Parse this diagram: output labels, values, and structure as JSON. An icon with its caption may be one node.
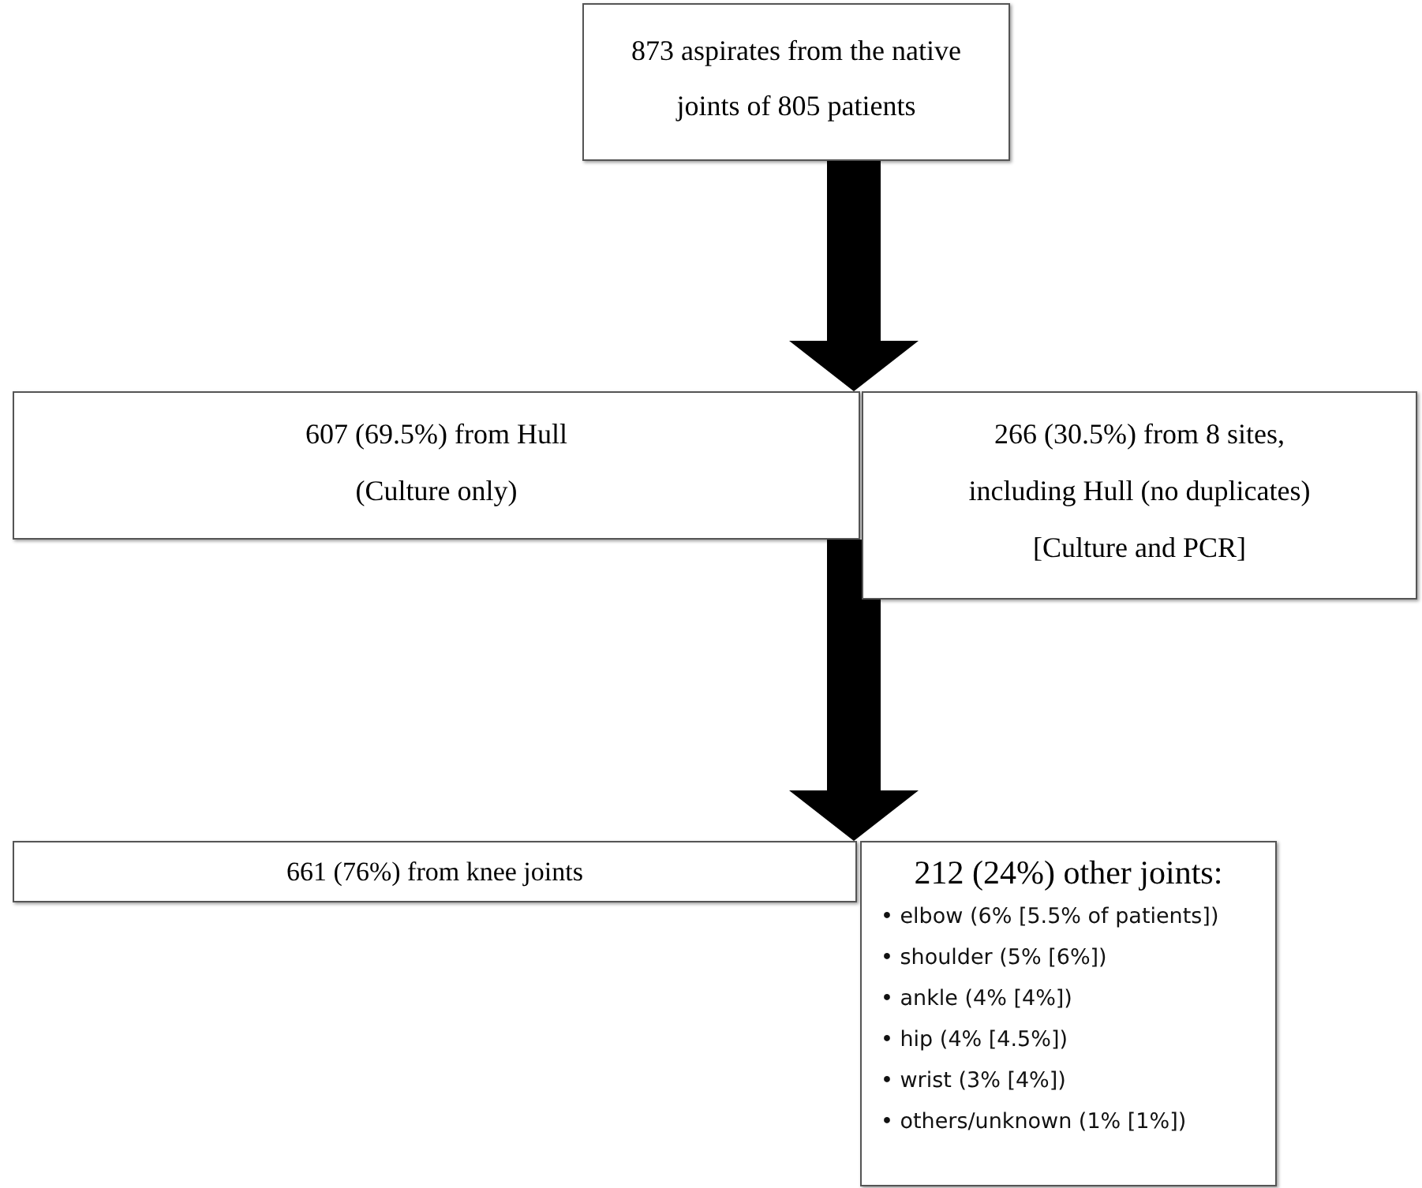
{
  "diagram": {
    "nodes": [
      {
        "text": [
          "873 aspirates from the native joints of 805 patients"
        ]
      },
      {
        "text": [
          "607 (69.5%) from Hull (Culture only)"
        ]
      },
      {
        "text": [
          "266 (30.5%) from 8 sites, including Hull (no duplicates) [Culture and PCR]"
        ]
      },
      {
        "text": [
          "661 (76%) from knee joints"
        ]
      },
      {
        "text": [
          "212 (24%) other joints:",
          "• elbow (6% [5.5% of patients])",
          "• shoulder (5% [6%])",
          "• ankle (4% [4%])",
          "• hip (4% [4.5%])",
          "• wrist (3% [4%])",
          "• others/unknown (1% [1%])"
        ]
      }
    ],
    "edges": [
      {
        "from": 0,
        "to": 1,
        "arrow": "to"
      },
      {
        "from": 1,
        "to": 3,
        "arrow": "to"
      }
    ]
  }
}
